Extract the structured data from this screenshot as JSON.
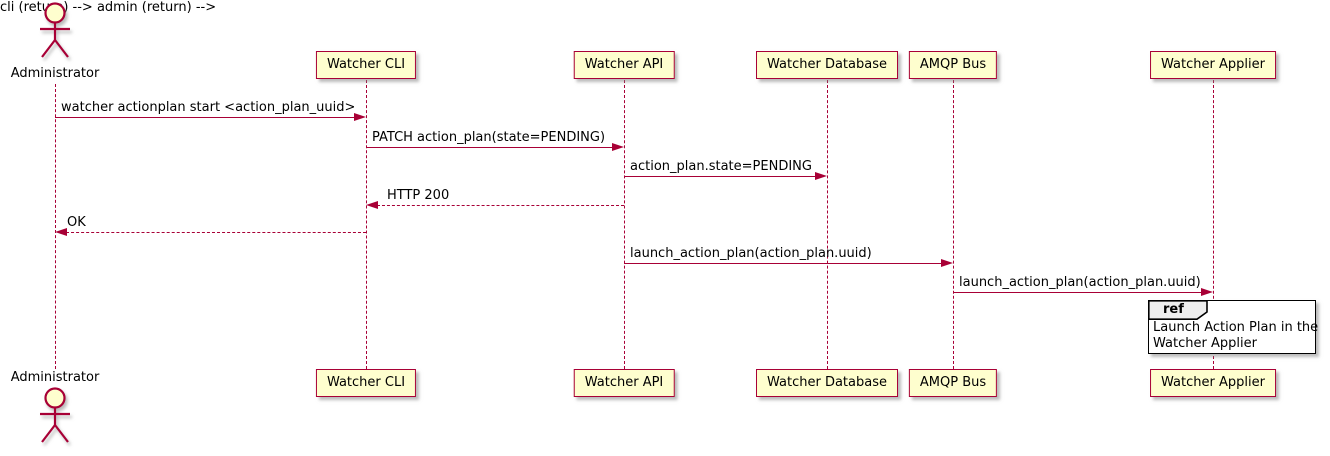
{
  "diagram": {
    "type": "uml-sequence-diagram",
    "colors": {
      "accent": "#A80036",
      "participant_fill": "#FEFECE",
      "ref_header_fill": "#EEEEEE",
      "ref_border": "#000000",
      "background": "#FFFFFF"
    }
  },
  "actor": {
    "name": "Administrator"
  },
  "participants": [
    {
      "label": "Watcher CLI"
    },
    {
      "label": "Watcher API"
    },
    {
      "label": "Watcher Database"
    },
    {
      "label": "AMQP Bus"
    },
    {
      "label": "Watcher Applier"
    }
  ],
  "messages": [
    {
      "text": "watcher actionplan start <action_plan_uuid>",
      "from": "Administrator",
      "to": "Watcher CLI",
      "style": "solid"
    },
    {
      "text": "PATCH action_plan(state=PENDING)",
      "from": "Watcher CLI",
      "to": "Watcher API",
      "style": "solid"
    },
    {
      "text": "action_plan.state=PENDING",
      "from": "Watcher API",
      "to": "Watcher Database",
      "style": "solid"
    },
    {
      "text": "HTTP 200",
      "from": "Watcher API",
      "to": "Watcher CLI",
      "style": "dashed"
    },
    {
      "text": "OK",
      "from": "Watcher CLI",
      "to": "Administrator",
      "style": "dashed"
    },
    {
      "text": "launch_action_plan(action_plan.uuid)",
      "from": "Watcher API",
      "to": "AMQP Bus",
      "style": "solid"
    },
    {
      "text": "launch_action_plan(action_plan.uuid)",
      "from": "AMQP Bus",
      "to": "Watcher Applier",
      "style": "solid"
    }
  ],
  "ref": {
    "keyword": "ref",
    "lines": [
      "Launch Action Plan in the",
      "Watcher Applier"
    ]
  }
}
